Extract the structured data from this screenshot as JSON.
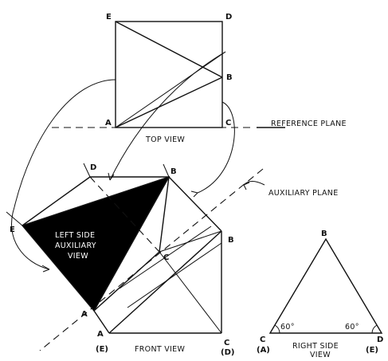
{
  "labels": {
    "top_view": "TOP VIEW",
    "reference_plane": "REFERENCE PLANE",
    "auxiliary_plane": "AUXILIARY PLANE",
    "left_aux_line1": "LEFT SIDE",
    "left_aux_line2": "AUXILIARY",
    "left_aux_line3": "VIEW",
    "front_view": "FRONT VIEW",
    "right_side_line1": "RIGHT SIDE",
    "right_side_line2": "VIEW",
    "angle_left": "60°",
    "angle_right": "60°"
  },
  "points": {
    "top": {
      "E": "E",
      "D": "D",
      "B": "B",
      "A": "A",
      "C": "C"
    },
    "aux": {
      "D": "D",
      "B": "B",
      "E": "E",
      "C": "C",
      "A": "A"
    },
    "front": {
      "B": "B",
      "A": "A",
      "A_sub": "(E)",
      "C": "C",
      "C_sub": "(D)"
    },
    "side": {
      "B": "B",
      "C": "C",
      "C_sub": "(A)",
      "D": "D",
      "D_sub": "(E)"
    }
  }
}
